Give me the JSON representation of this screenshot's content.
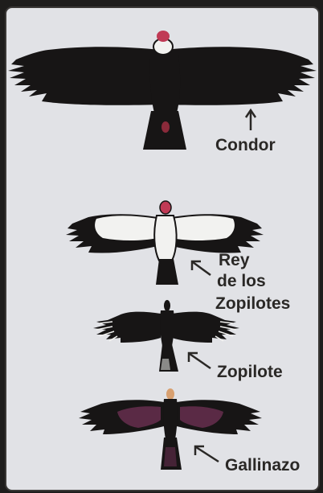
{
  "labels": {
    "condor": "Condor",
    "rey_line1": "Rey",
    "rey_line2": "de los",
    "rey_line3": "Zopilotes",
    "zopilote": "Zopilote",
    "gallinazo": "Gallinazo"
  },
  "colors": {
    "background": "#1e1d1c",
    "card": "#e1e2e6",
    "bird_black": "#171515",
    "rey_white": "#f2f2f0",
    "head_red": "#c03a55",
    "head_tan": "#d8a070",
    "gallinazo_purple": "#5a2a45",
    "label_text": "#2a2826"
  }
}
